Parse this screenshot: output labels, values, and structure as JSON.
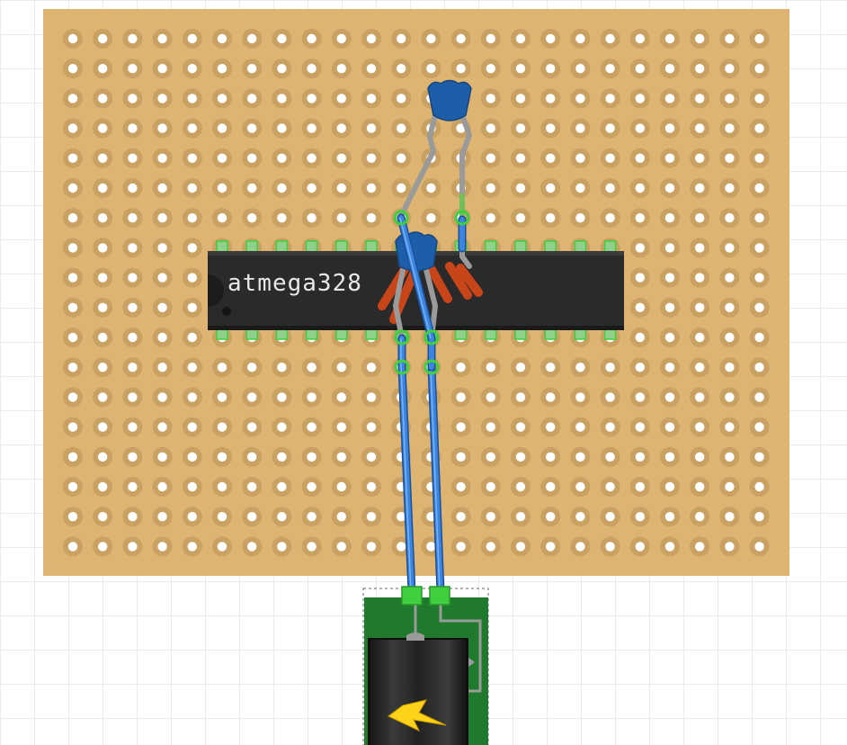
{
  "board": {
    "columns": 24,
    "rows": 18,
    "board_color": "#deb472",
    "pad_color": "#c9a162"
  },
  "chip": {
    "label": "atmega328",
    "pins_per_side": 14,
    "body_color": "#2a2a2a"
  },
  "components": {
    "capacitor_top": "ceramic-capacitor",
    "capacitor_middle": "ceramic-capacitor",
    "power_module": "battery-power-module"
  },
  "colors": {
    "wire": "#2a6fd0",
    "wire_highlight": "#6aa6ef",
    "lead": "#9a9a9a",
    "connector": "#3fcf3f",
    "capacitor": "#1e5ea8",
    "resistor": "#c8451a",
    "module_board": "#1f7a2e",
    "bolt": "#ffd21a"
  }
}
